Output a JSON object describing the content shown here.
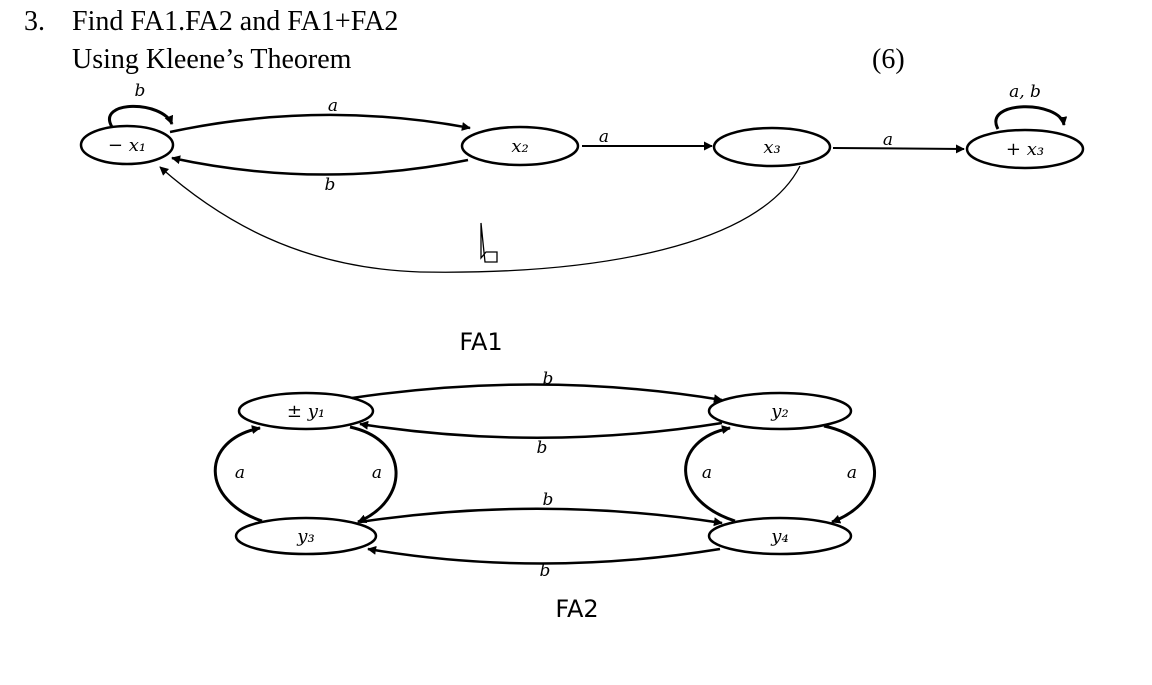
{
  "question": {
    "number": "3.",
    "line1": "Find FA1.FA2 and FA1+FA2",
    "line2": "Using Kleene’s Theorem",
    "marks": "(6)"
  },
  "fa1": {
    "caption": "FA1",
    "states": [
      {
        "id": "x1",
        "label": "− x₁",
        "start": true,
        "final": false
      },
      {
        "id": "x2",
        "label": "x₂",
        "start": false,
        "final": false
      },
      {
        "id": "x3mid",
        "label": "x₃",
        "start": false,
        "final": false
      },
      {
        "id": "x3final",
        "label": "+ x₃",
        "start": false,
        "final": true
      }
    ],
    "transitions": [
      {
        "from": "x1",
        "to": "x1",
        "label": "b"
      },
      {
        "from": "x1",
        "to": "x2",
        "label": "a"
      },
      {
        "from": "x2",
        "to": "x1",
        "label": "b"
      },
      {
        "from": "x2",
        "to": "x3mid",
        "label": "a"
      },
      {
        "from": "x3mid",
        "to": "x3final",
        "label": "a"
      },
      {
        "from": "x3mid",
        "to": "x1",
        "label": ""
      },
      {
        "from": "x3final",
        "to": "x3final",
        "label": "a, b"
      }
    ]
  },
  "fa2": {
    "caption": "FA2",
    "states": [
      {
        "id": "y1",
        "label": "± y₁",
        "start": true,
        "final": true
      },
      {
        "id": "y2",
        "label": "y₂",
        "start": false,
        "final": false
      },
      {
        "id": "y3",
        "label": "y₃",
        "start": false,
        "final": false
      },
      {
        "id": "y4",
        "label": "y₄",
        "start": false,
        "final": false
      }
    ],
    "transitions": [
      {
        "from": "y1",
        "to": "y2",
        "label": "b"
      },
      {
        "from": "y2",
        "to": "y1",
        "label": "b"
      },
      {
        "from": "y3",
        "to": "y1",
        "label": "a"
      },
      {
        "from": "y1",
        "to": "y3",
        "label": "a"
      },
      {
        "from": "y4",
        "to": "y2",
        "label": "a"
      },
      {
        "from": "y2",
        "to": "y4",
        "label": "a"
      },
      {
        "from": "y3",
        "to": "y4",
        "label": "b"
      },
      {
        "from": "y4",
        "to": "y3",
        "label": "b"
      }
    ]
  }
}
